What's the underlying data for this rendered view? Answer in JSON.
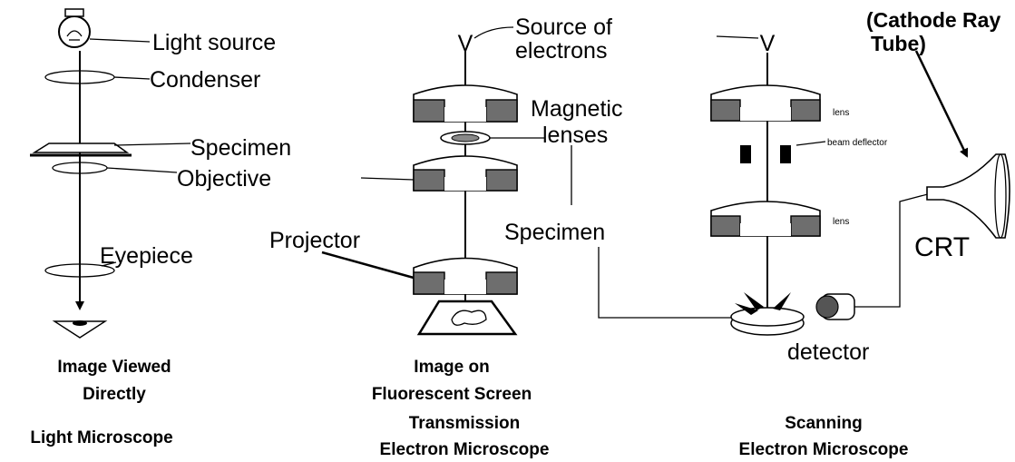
{
  "light_microscope": {
    "labels": {
      "light_source": "Light source",
      "condenser": "Condenser",
      "specimen": "Specimen",
      "objective": "Objective",
      "eyepiece": "Eyepiece"
    },
    "result_line1": "Image Viewed",
    "result_line2": "Directly",
    "title": "Light Microscope"
  },
  "tem": {
    "labels": {
      "source_line1": "Source of",
      "source_line2": "electrons",
      "magnetic_line1": "Magnetic",
      "magnetic_line2": "lenses",
      "projector": "Projector",
      "specimen": "Specimen",
      "source_symbol": "V"
    },
    "result_line1": "Image on",
    "result_line2": "Fluorescent Screen",
    "title_line1": "Transmission",
    "title_line2": "Electron Microscope"
  },
  "sem": {
    "labels": {
      "source_symbol": "V",
      "lens_top": "lens",
      "beam_deflector": "beam deflector",
      "lens_bottom": "lens",
      "crt_note_line1": "(Cathode Ray",
      "crt_note_line2": "Tube)",
      "crt": "CRT",
      "detector": "detector"
    },
    "title_line1": "Scanning",
    "title_line2": "Electron Microscope"
  }
}
